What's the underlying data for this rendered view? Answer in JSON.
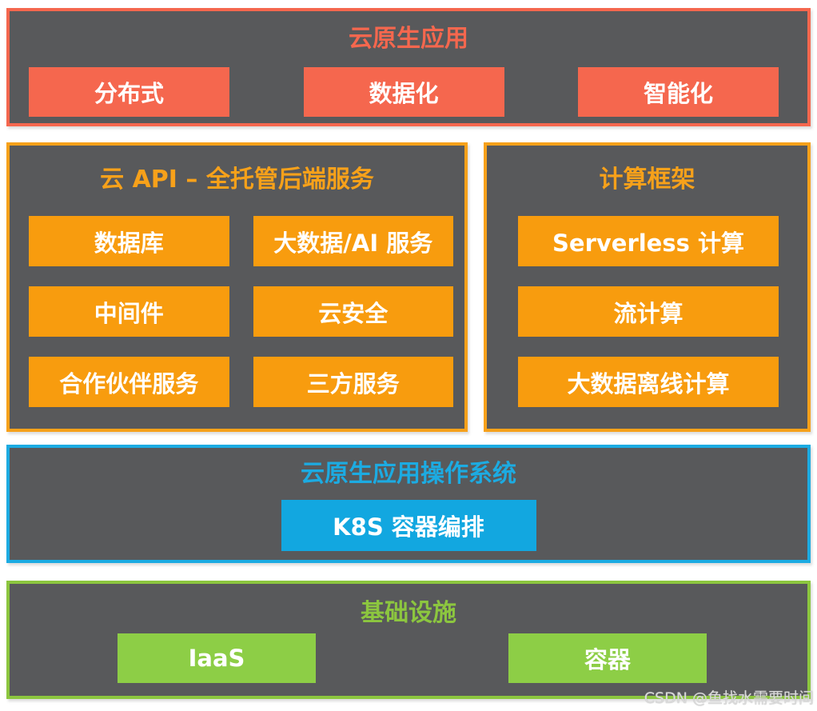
{
  "colors": {
    "coral": "#F5674E",
    "orange_block": "#F89C0E",
    "orange_border": "#F7A11A",
    "blue": "#12A7E0",
    "blue_border": "#1CABE2",
    "green": "#8DCE46",
    "green_border": "#8CC63F",
    "panel_background": "#58595B",
    "block_text": "#FFFFFF"
  },
  "app_layer": {
    "title": "云原生应用",
    "blocks": [
      "分布式",
      "数据化",
      "智能化"
    ]
  },
  "api_layer": {
    "title": "云 API – 全托管后端服务",
    "blocks": [
      "数据库",
      "大数据/AI 服务",
      "中间件",
      "云安全",
      "合作伙伴服务",
      "三方服务"
    ]
  },
  "compute_layer": {
    "title": "计算框架",
    "blocks": [
      "Serverless 计算",
      "流计算",
      "大数据离线计算"
    ]
  },
  "os_layer": {
    "title": "云原生应用操作系统",
    "blocks": [
      "K8S 容器编排"
    ]
  },
  "infra_layer": {
    "title": "基础设施",
    "blocks": [
      "IaaS",
      "容器"
    ]
  },
  "watermark": "CSDN @鱼找水需要时间"
}
